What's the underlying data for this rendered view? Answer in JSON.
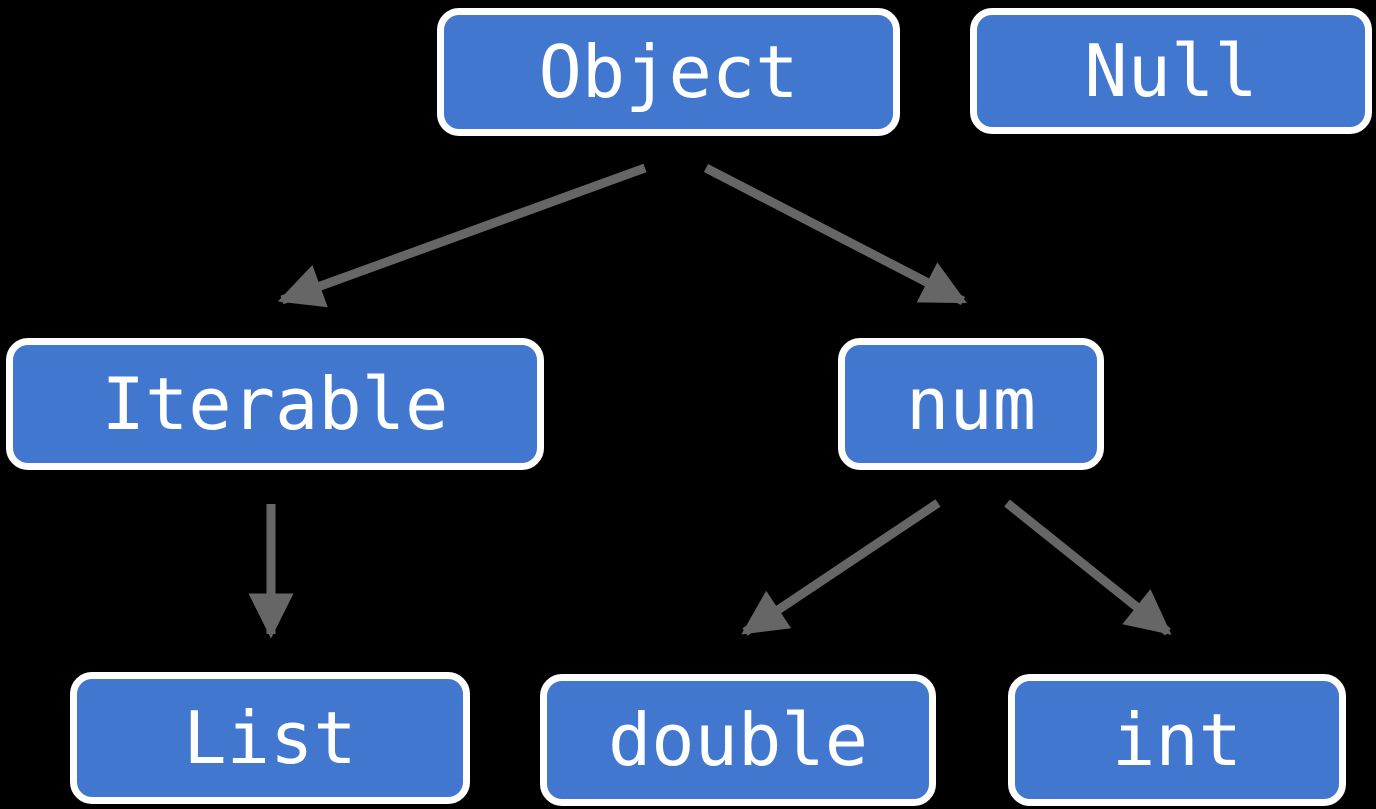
{
  "diagram": {
    "title": "type-hierarchy",
    "background_color": "#000000",
    "node_fill_color": "#4277cf",
    "node_border_color": "#ffffff",
    "node_text_color": "#ffffff",
    "arrow_color": "#666666",
    "nodes": {
      "object": {
        "label": "Object"
      },
      "null": {
        "label": "Null"
      },
      "iterable": {
        "label": "Iterable"
      },
      "num": {
        "label": "num"
      },
      "list": {
        "label": "List"
      },
      "double": {
        "label": "double"
      },
      "int": {
        "label": "int"
      }
    },
    "edges": [
      {
        "from": "Object",
        "to": "Iterable"
      },
      {
        "from": "Object",
        "to": "num"
      },
      {
        "from": "Iterable",
        "to": "List"
      },
      {
        "from": "num",
        "to": "double"
      },
      {
        "from": "num",
        "to": "int"
      }
    ]
  }
}
